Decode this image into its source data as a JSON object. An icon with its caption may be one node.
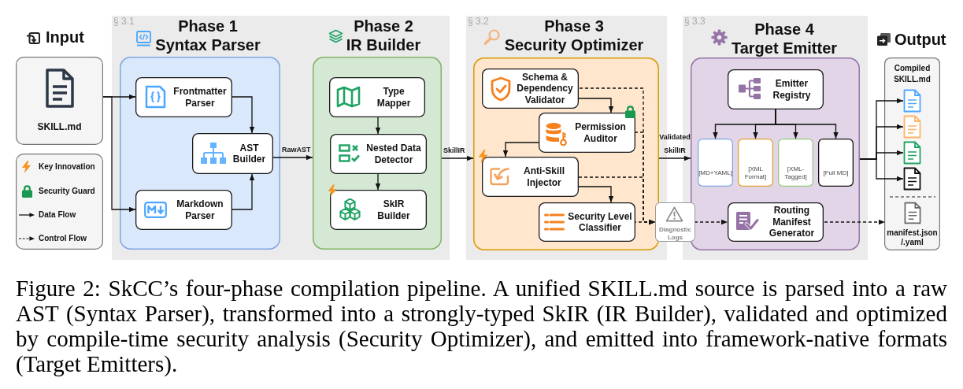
{
  "diagram": {
    "nodes": [
      {
        "text": [
          "Input",
          "SKILL.md"
        ]
      },
      {
        "text": [
          "§ 3.1"
        ]
      },
      {
        "text": [
          "Phase 1",
          "Syntax Parser"
        ],
        "in": 1
      },
      {
        "text": [
          "Frontmatter Parser"
        ],
        "in": 2
      },
      {
        "text": [
          "AST Builder"
        ],
        "in": 2
      },
      {
        "text": [
          "Markdown Parser"
        ],
        "in": 2
      },
      {
        "text": [
          "Phase 2",
          "IR Builder"
        ],
        "in": 1
      },
      {
        "text": [
          "Type Mapper"
        ],
        "in": 6
      },
      {
        "text": [
          "Nested Data Detector"
        ],
        "in": 6
      },
      {
        "text": [
          "SkIR Builder"
        ],
        "in": 6
      },
      {
        "text": [
          "§ 3.2"
        ]
      },
      {
        "text": [
          "Phase 3",
          "Security Optimizer"
        ],
        "in": 10
      },
      {
        "text": [
          "Schema & Dependency Validator"
        ],
        "in": 11
      },
      {
        "text": [
          "Permission Auditor"
        ],
        "in": 11
      },
      {
        "text": [
          "Anti-Skill Injector"
        ],
        "in": 11
      },
      {
        "text": [
          "Security Level Classifier"
        ],
        "in": 11
      },
      {
        "text": [
          "Diagnostic Logs"
        ]
      },
      {
        "text": [
          "§ 3.3"
        ]
      },
      {
        "text": [
          "Phase 4",
          "Target Emitter"
        ],
        "in": 17
      },
      {
        "text": [
          "Emitter Registry"
        ],
        "in": 18
      },
      {
        "text": [
          "[MD+YAML]"
        ],
        "in": 18
      },
      {
        "text": [
          "[XML Format]"
        ],
        "in": 18
      },
      {
        "text": [
          "[XML-Tagged]"
        ],
        "in": 18
      },
      {
        "text": [
          "[Full MD]"
        ],
        "in": 18
      },
      {
        "text": [
          "Routing Manifest Generator"
        ],
        "in": 18
      },
      {
        "text": [
          "Output",
          "Compiled SKILL.md"
        ]
      },
      {
        "text": [],
        "shape": "document",
        "in": 25
      },
      {
        "text": [],
        "shape": "document",
        "in": 25
      },
      {
        "text": [],
        "shape": "document",
        "in": 25
      },
      {
        "text": [],
        "shape": "document",
        "in": 25
      },
      {
        "text": [
          "manifest.json /.yaml"
        ],
        "in": 25
      }
    ],
    "edges": [
      {
        "from": 0,
        "to": 3,
        "arrow": "to"
      },
      {
        "from": 0,
        "to": 5,
        "arrow": "to"
      },
      {
        "from": 3,
        "to": 4,
        "arrow": "to"
      },
      {
        "from": 5,
        "to": 4,
        "arrow": "to"
      },
      {
        "from": 4,
        "to": 6,
        "arrow": "to",
        "label": "RawAST"
      },
      {
        "from": 7,
        "to": 8,
        "arrow": "to"
      },
      {
        "from": 8,
        "to": 9,
        "arrow": "to"
      },
      {
        "from": 6,
        "to": 11,
        "arrow": "to",
        "label": "SkillIR"
      },
      {
        "from": 12,
        "to": 13,
        "arrow": "to"
      },
      {
        "from": 12,
        "to": 16,
        "arrow": "to",
        "style": "dashed"
      },
      {
        "from": 13,
        "to": 14,
        "arrow": "to"
      },
      {
        "from": 13,
        "to": 16,
        "arrow": "to",
        "style": "dashed"
      },
      {
        "from": 14,
        "to": 15,
        "arrow": "to"
      },
      {
        "from": 14,
        "to": 16,
        "arrow": "to",
        "style": "dashed"
      },
      {
        "from": 15,
        "to": 16,
        "arrow": "to",
        "style": "dashed"
      },
      {
        "from": 11,
        "to": 18,
        "arrow": "to",
        "label": "Validated SkillIR"
      },
      {
        "from": 16,
        "to": 24,
        "arrow": "to",
        "style": "dashed"
      },
      {
        "from": 19,
        "to": 20,
        "arrow": "to"
      },
      {
        "from": 19,
        "to": 21,
        "arrow": "to"
      },
      {
        "from": 19,
        "to": 22,
        "arrow": "to"
      },
      {
        "from": 19,
        "to": 23,
        "arrow": "to"
      },
      {
        "from": 18,
        "to": 26,
        "arrow": "to"
      },
      {
        "from": 18,
        "to": 27,
        "arrow": "to"
      },
      {
        "from": 18,
        "to": 28,
        "arrow": "to"
      },
      {
        "from": 18,
        "to": 29,
        "arrow": "to"
      },
      {
        "from": 24,
        "to": 30,
        "arrow": "to",
        "style": "dashed"
      }
    ],
    "legend": [
      {
        "text": "Key Innovation"
      },
      {
        "text": "Security Guard"
      },
      {
        "text": "Data Flow"
      },
      {
        "text": "Control Flow"
      }
    ],
    "caption": "Figure 2: SkCC’s four-phase compilation pipeline. A unified SKILL.md source is parsed into a raw AST (Syntax Parser), transformed into a strongly-typed SkIR (IR Builder), validated and optimized by compile-time security analysis (Security Optimizer), and emitted into framework-native formats (Target Emitters)."
  }
}
